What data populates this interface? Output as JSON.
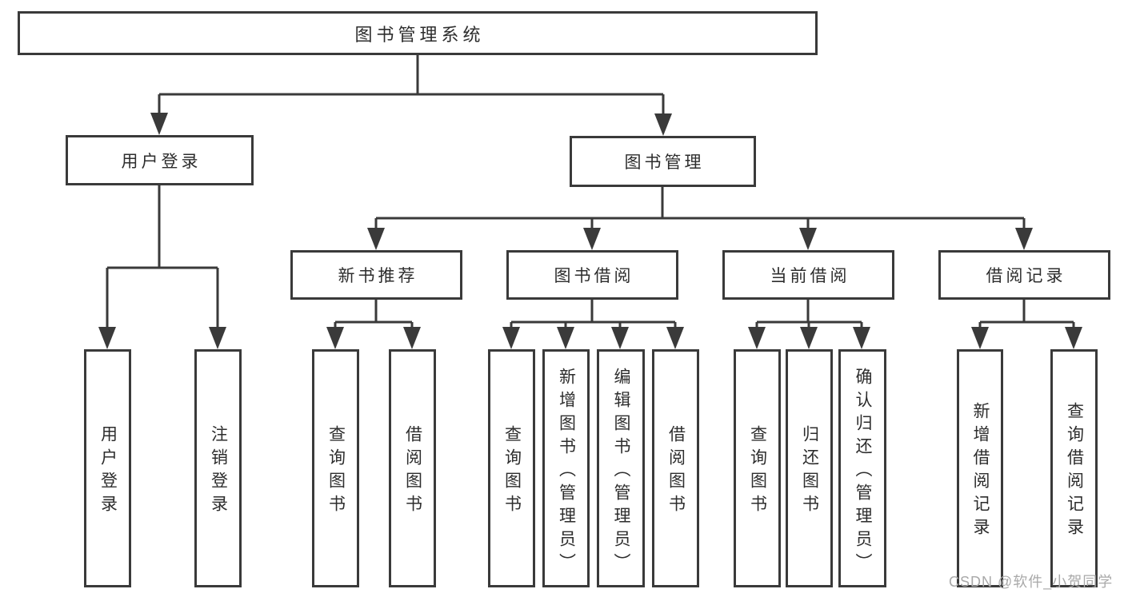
{
  "tree": {
    "root": {
      "label": "图书管理系统",
      "children": [
        {
          "label": "用户登录",
          "children": [
            {
              "label": "用户登录"
            },
            {
              "label": "注销登录"
            }
          ]
        },
        {
          "label": "图书管理",
          "children": [
            {
              "label": "新书推荐",
              "children": [
                {
                  "label": "查询图书"
                },
                {
                  "label": "借阅图书"
                }
              ]
            },
            {
              "label": "图书借阅",
              "children": [
                {
                  "label": "查询图书"
                },
                {
                  "label": "新增图书（管理员）"
                },
                {
                  "label": "编辑图书（管理员）"
                },
                {
                  "label": "借阅图书"
                }
              ]
            },
            {
              "label": "当前借阅",
              "children": [
                {
                  "label": "查询图书"
                },
                {
                  "label": "归还图书"
                },
                {
                  "label": "确认归还（管理员）"
                }
              ]
            },
            {
              "label": "借阅记录",
              "children": [
                {
                  "label": "新增借阅记录"
                },
                {
                  "label": "查询借阅记录"
                }
              ]
            }
          ]
        }
      ]
    }
  },
  "watermark": {
    "text": "CSDN @软件_小贺同学"
  },
  "colors": {
    "line": "#3a3a3a",
    "text": "#2d2d2d",
    "watermark": "#a9a9a9",
    "background": "#ffffff"
  }
}
